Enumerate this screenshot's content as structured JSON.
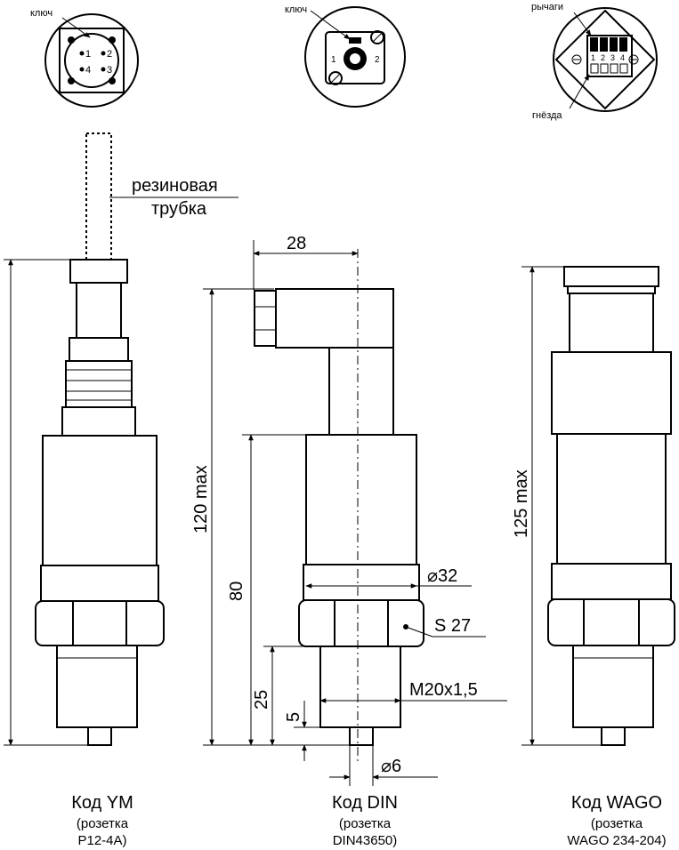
{
  "top_views": {
    "ym_key_label": "ключ",
    "ym_pins": [
      "1",
      "2",
      "4",
      "3"
    ],
    "din_key_label": "ключ",
    "din_pins": [
      "1",
      "2"
    ],
    "wago_levers_label": "рычаги",
    "wago_sockets_label": "гнёзда",
    "wago_pins": [
      "1",
      "2",
      "3",
      "4"
    ]
  },
  "annotations": {
    "tube_line1": "резиновая",
    "tube_line2": "трубка"
  },
  "dimensions": {
    "din_width": "28",
    "din_height": "120 max",
    "din_body": "80",
    "din_thread_len": "25",
    "din_tip_len": "5",
    "diameter_body": "⌀32",
    "hex_size": "S 27",
    "thread": "M20x1,5",
    "diameter_tip": "⌀6",
    "wago_height": "125 max"
  },
  "captions": {
    "ym": {
      "code": "Код YM",
      "line1": "(розетка",
      "line2": "P12-4A)"
    },
    "din": {
      "code": "Код DIN",
      "line1": "(розетка",
      "line2": "DIN43650)"
    },
    "wago": {
      "code": "Код WAGO",
      "line1": "(розетка",
      "line2": "WAGO 234-204)"
    }
  }
}
